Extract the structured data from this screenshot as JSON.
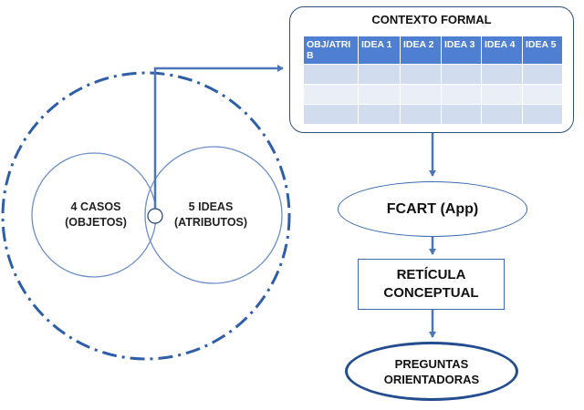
{
  "colors": {
    "outer_circle": "#2e5ea8",
    "inner_circles": "#6b8ec7",
    "table_header": "#4f7fd0",
    "connector": "#4a76ba",
    "node_border": "#3a6ab0",
    "final_node_border": "#234d8f"
  },
  "venn": {
    "left_label": [
      "4 CASOS",
      "(OBJETOS)"
    ],
    "right_label": [
      "5 IDEAS",
      "(ATRIBUTOS)"
    ]
  },
  "context": {
    "title": "CONTEXTO FORMAL",
    "headers": [
      "OBJ/ATRIB",
      "IDEA 1",
      "IDEA 2",
      "IDEA 3",
      "IDEA 4",
      "IDEA 5"
    ],
    "empty_rows": 3
  },
  "flow": {
    "fcart": "FCART (App)",
    "reticula": [
      "RETÍCULA",
      "CONCEPTUAL"
    ],
    "preguntas": [
      "PREGUNTAS",
      "ORIENTADORAS"
    ]
  }
}
